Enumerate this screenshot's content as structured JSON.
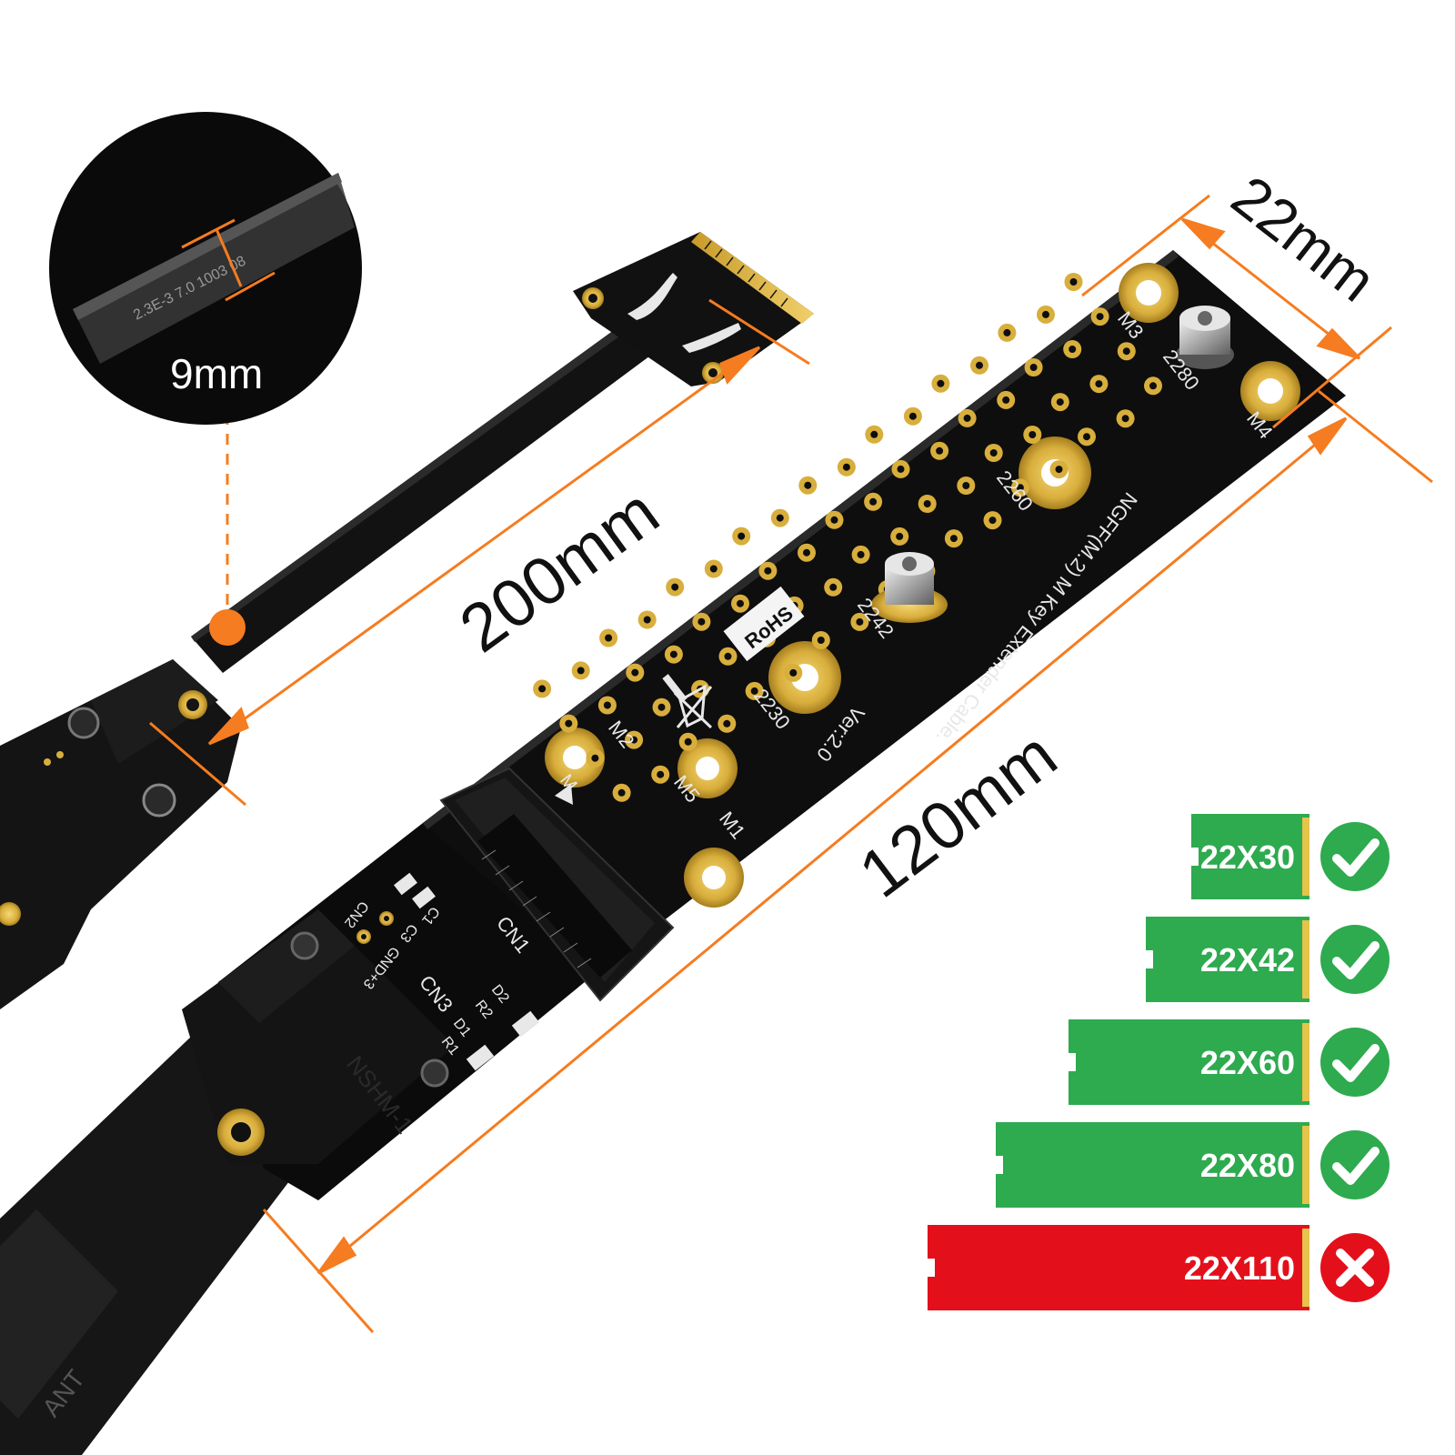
{
  "dimensions": {
    "ribbon_width": "9mm",
    "cable_length": "200mm",
    "board_width": "22mm",
    "board_length": "120mm"
  },
  "pcb_labels": {
    "title": "NGFF(M.2) M Key Extender Cable.",
    "version": "Ver:2.0",
    "rohs": "RoHS",
    "m3": "M3",
    "m4": "M4",
    "m2": "M2",
    "m1": "M1",
    "m5": "M5",
    "mkey": "M",
    "s2280": "2280",
    "s2260": "2260",
    "s2242": "2242",
    "s2230": "2230",
    "cn1": "CN1",
    "cn2": "CN2",
    "cn3": "CN3",
    "c1": "C1",
    "c3": "C3",
    "gnd": "GND+3",
    "d1": "D1",
    "d2": "D2",
    "r1": "R1",
    "r2": "R2"
  },
  "ribbon_print": "2.3E-3 7.0 1003 08",
  "colors": {
    "accent": "#F57C20",
    "supported": "#2EAA4F",
    "unsupported": "#E3101B",
    "pcb": "#0E0E0E",
    "gold": "#D8AE3C"
  },
  "compatibility": [
    {
      "size": "22X30",
      "supported": true,
      "icon": "check-icon"
    },
    {
      "size": "22X42",
      "supported": true,
      "icon": "check-icon"
    },
    {
      "size": "22X60",
      "supported": true,
      "icon": "check-icon"
    },
    {
      "size": "22X80",
      "supported": true,
      "icon": "check-icon"
    },
    {
      "size": "22X110",
      "supported": false,
      "icon": "cross-icon"
    }
  ]
}
